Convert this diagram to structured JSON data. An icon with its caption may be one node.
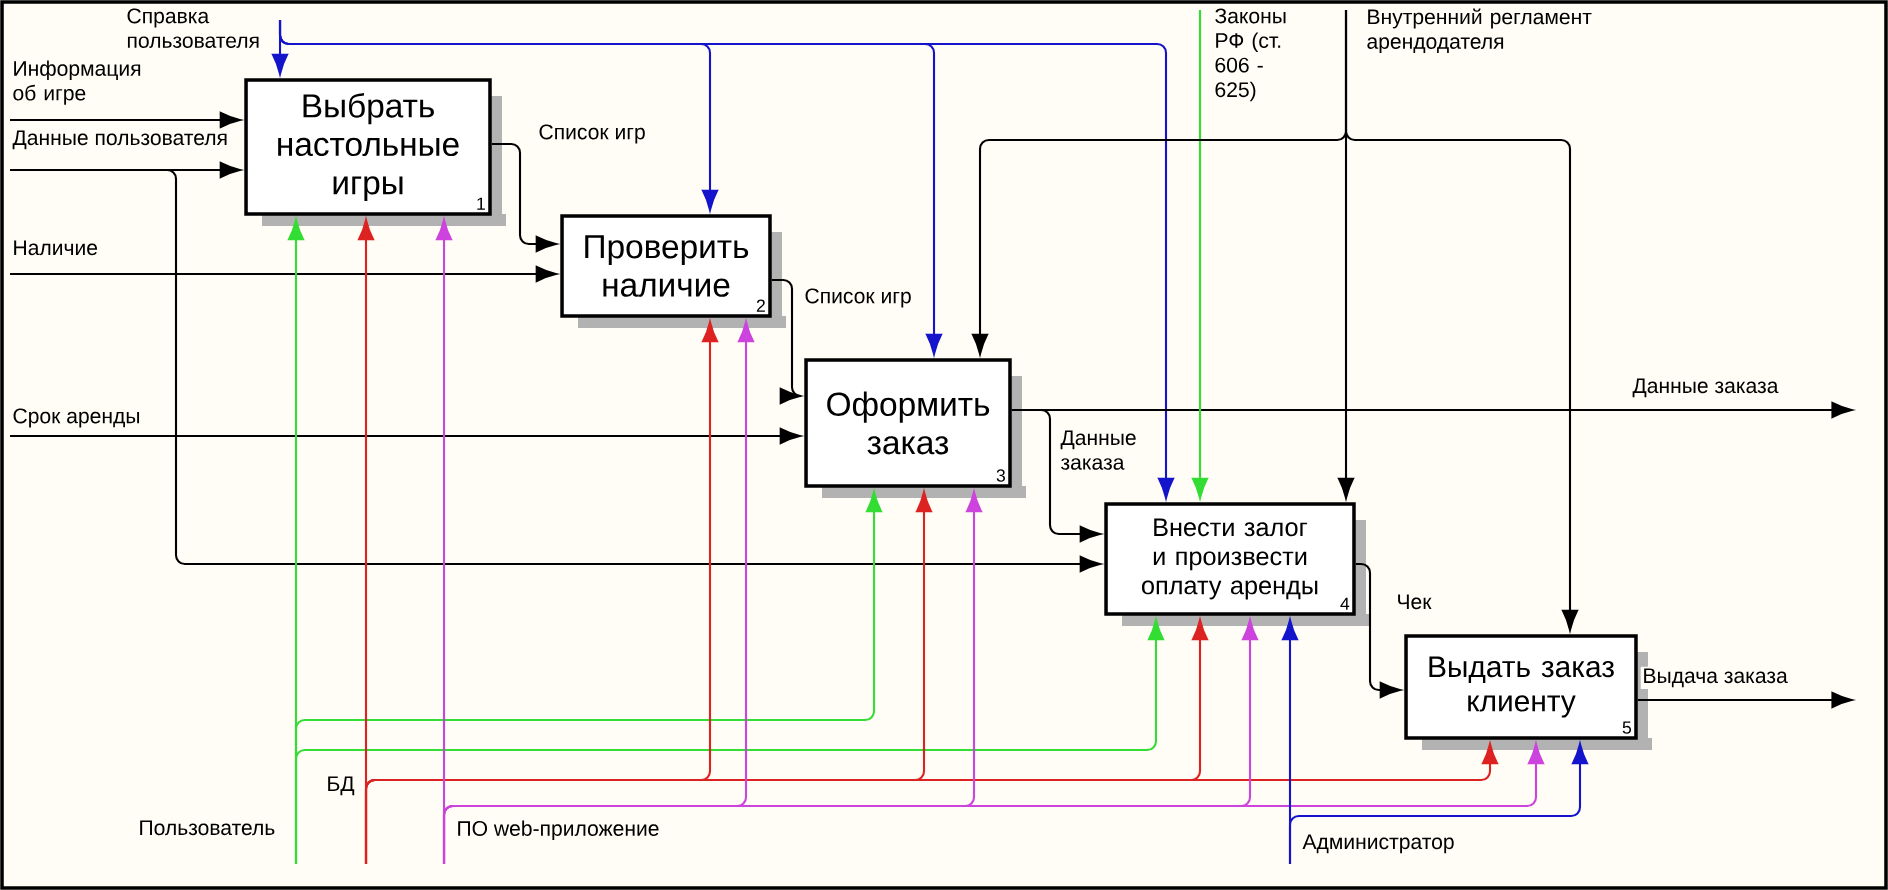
{
  "diagram": {
    "nodes": [
      {
        "text": [
          "Выбрать настольные игры",
          "1"
        ]
      },
      {
        "text": [
          "Проверить наличие",
          "2"
        ]
      },
      {
        "text": [
          "Оформить заказ",
          "3"
        ]
      },
      {
        "text": [
          "Внести залог и произвести оплату аренды",
          "4"
        ]
      },
      {
        "text": [
          "Выдать заказ клиенту",
          "5"
        ]
      }
    ],
    "edges": [
      {
        "from": null,
        "to": 0,
        "arrow": "to",
        "label": "Справка пользователя",
        "color": "#1414cc"
      },
      {
        "from": null,
        "to": 1,
        "arrow": "to",
        "color": "#1414cc"
      },
      {
        "from": null,
        "to": 2,
        "arrow": "to",
        "color": "#1414cc"
      },
      {
        "from": null,
        "to": 3,
        "arrow": "to",
        "color": "#1414cc"
      },
      {
        "from": null,
        "to": 0,
        "arrow": "to",
        "label": "Информация об игре",
        "color": "#000000"
      },
      {
        "from": null,
        "to": 0,
        "arrow": "to",
        "label": "Данные пользователя",
        "color": "#000000"
      },
      {
        "from": null,
        "to": 3,
        "arrow": "to",
        "color": "#000000"
      },
      {
        "from": 0,
        "to": 1,
        "arrow": "to",
        "label": "Список игр",
        "color": "#000000"
      },
      {
        "from": null,
        "to": 1,
        "arrow": "to",
        "label": "Наличие",
        "color": "#000000"
      },
      {
        "from": 1,
        "to": 2,
        "arrow": "to",
        "label": "Список игр",
        "color": "#000000"
      },
      {
        "from": null,
        "to": 2,
        "arrow": "to",
        "label": "Срок аренды",
        "color": "#000000"
      },
      {
        "from": 2,
        "to": 3,
        "arrow": "to",
        "label": "Данные заказа",
        "color": "#000000"
      },
      {
        "from": 2,
        "to": null,
        "arrow": "to",
        "label": "Данные заказа",
        "color": "#000000"
      },
      {
        "from": 3,
        "to": 4,
        "arrow": "to",
        "label": "Чек",
        "color": "#000000"
      },
      {
        "from": 4,
        "to": null,
        "arrow": "to",
        "label": "Выдача заказа",
        "color": "#000000"
      },
      {
        "from": null,
        "to": 3,
        "arrow": "to",
        "label": "Законы РФ (ст. 606 - 625)",
        "color": "#33dd33"
      },
      {
        "from": null,
        "to": 3,
        "arrow": "to",
        "label": "Внутренний регламент арендодателя",
        "color": "#000000"
      },
      {
        "from": null,
        "to": 2,
        "arrow": "to",
        "color": "#000000"
      },
      {
        "from": null,
        "to": 4,
        "arrow": "to",
        "color": "#000000"
      },
      {
        "from": null,
        "to": 0,
        "arrow": "to",
        "label": "Пользователь",
        "color": "#33dd33"
      },
      {
        "from": null,
        "to": 2,
        "arrow": "to",
        "color": "#33dd33"
      },
      {
        "from": null,
        "to": 3,
        "arrow": "to",
        "color": "#33dd33"
      },
      {
        "from": null,
        "to": 0,
        "arrow": "to",
        "label": "БД",
        "color": "#dd2222"
      },
      {
        "from": null,
        "to": 1,
        "arrow": "to",
        "color": "#dd2222"
      },
      {
        "from": null,
        "to": 2,
        "arrow": "to",
        "color": "#dd2222"
      },
      {
        "from": null,
        "to": 3,
        "arrow": "to",
        "color": "#dd2222"
      },
      {
        "from": null,
        "to": 4,
        "arrow": "to",
        "color": "#dd2222"
      },
      {
        "from": null,
        "to": 0,
        "arrow": "to",
        "label": "ПО web-приложение",
        "color": "#cc44dd"
      },
      {
        "from": null,
        "to": 1,
        "arrow": "to",
        "color": "#cc44dd"
      },
      {
        "from": null,
        "to": 2,
        "arrow": "to",
        "color": "#cc44dd"
      },
      {
        "from": null,
        "to": 3,
        "arrow": "to",
        "color": "#cc44dd"
      },
      {
        "from": null,
        "to": 4,
        "arrow": "to",
        "color": "#cc44dd"
      },
      {
        "from": null,
        "to": 3,
        "arrow": "to",
        "label": "Администратор",
        "color": "#1414cc"
      },
      {
        "from": null,
        "to": 4,
        "arrow": "to",
        "color": "#1414cc"
      }
    ]
  }
}
